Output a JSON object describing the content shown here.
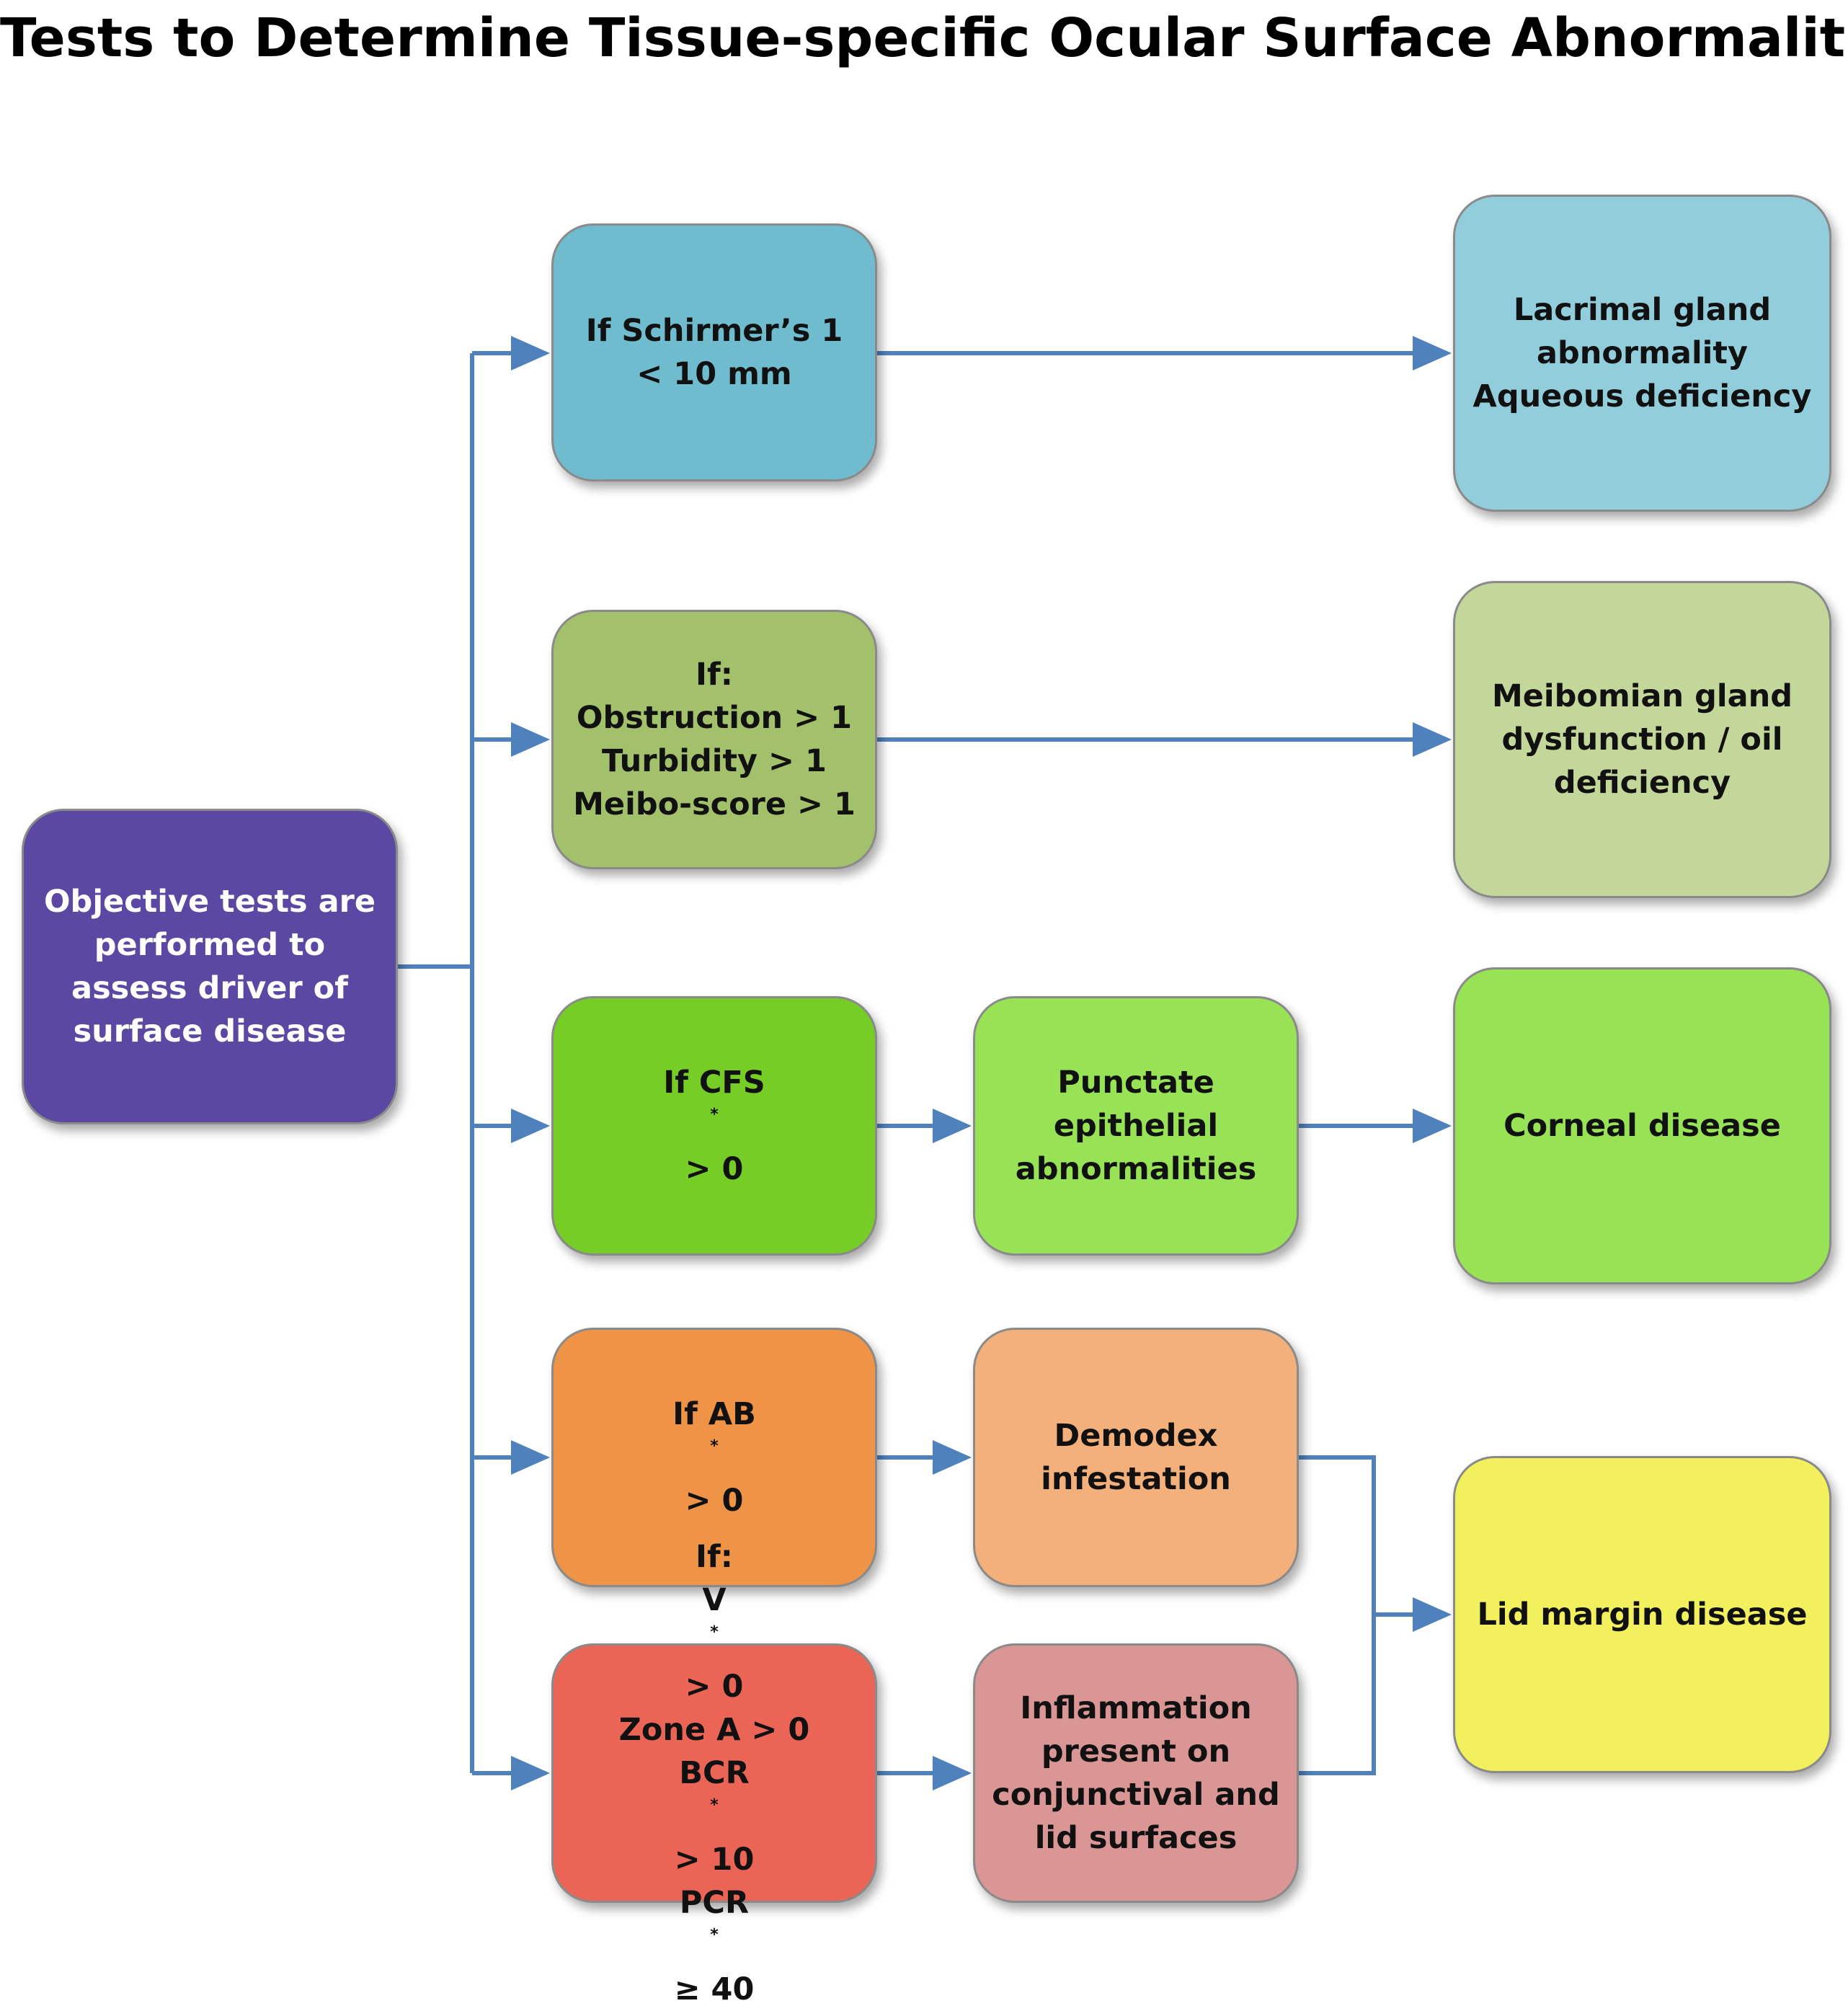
{
  "title": "Tests to Determine Tissue-specific Ocular Surface Abnormalities",
  "colors": {
    "connector": "#4f81bd",
    "start": "#5a48a3",
    "schirmer": "#6fbccf",
    "lacrimal": "#92cddc",
    "meibo_test": "#a3c16a",
    "meibo_result": "#c4d79b",
    "cfs": "#76cd26",
    "punctate": "#98e355",
    "corneal": "#98e355",
    "ab": "#ef9346",
    "demodex": "#f4b07a",
    "v_test": "#eb6556",
    "inflammation": "#da9694",
    "lid": "#f2f05c"
  },
  "nodes": {
    "start": {
      "lines": [
        "Objective tests are",
        "performed to",
        "assess driver of",
        "surface disease"
      ]
    },
    "schirmer": {
      "lines": [
        "If Schirmer’s 1",
        "< 10 mm"
      ]
    },
    "lacrimal": {
      "lines": [
        "Lacrimal gland",
        "abnormality",
        "Aqueous deficiency"
      ]
    },
    "meibo_test": {
      "lines": [
        "If:",
        "Obstruction > 1",
        "Turbidity > 1",
        "Meibo-score > 1"
      ]
    },
    "meibo_result": {
      "lines": [
        "Meibomian gland",
        "dysfunction / oil",
        "deficiency"
      ]
    },
    "cfs": {
      "prefix": "If CFS",
      "sup": "*",
      "suffix": " > 0"
    },
    "punctate": {
      "lines": [
        "Punctate",
        "epithelial",
        "abnormalities"
      ]
    },
    "corneal": {
      "lines": [
        "Corneal disease"
      ]
    },
    "ab": {
      "prefix": "If AB",
      "sup": "*",
      "suffix": " > 0"
    },
    "demodex": {
      "lines": [
        "Demodex",
        "infestation"
      ]
    },
    "lid": {
      "lines": [
        "Lid margin disease"
      ]
    },
    "v_test": {
      "lines": [
        {
          "prefix": "If:",
          "sup": "",
          "suffix": ""
        },
        {
          "prefix": "V",
          "sup": "*",
          "suffix": " > 0"
        },
        {
          "prefix": "Zone A > 0",
          "sup": "",
          "suffix": ""
        },
        {
          "prefix": "BCR",
          "sup": "*",
          "suffix": " > 10"
        },
        {
          "prefix": "PCR",
          "sup": "*",
          "suffix": " ≥ 40"
        }
      ]
    },
    "inflammation": {
      "lines": [
        "Inflammation",
        "present on",
        "conjunctival and",
        "lid surfaces"
      ]
    }
  }
}
